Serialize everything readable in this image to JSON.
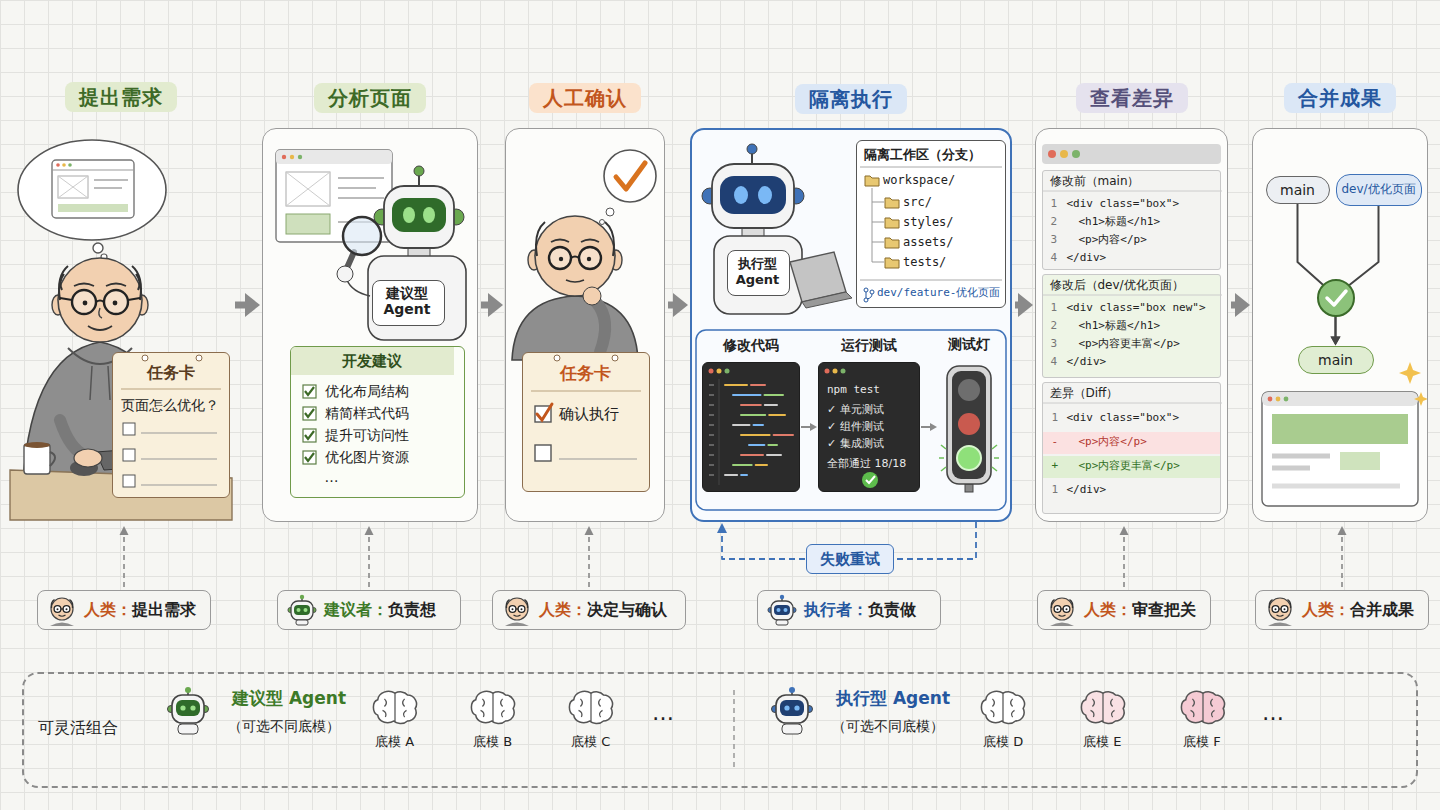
{
  "diagram": {
    "nodes": [
      {
        "text": [
          "提出需求"
        ]
      },
      {
        "text": [
          "任务卡",
          "页面怎么优化？"
        ],
        "in": 0
      },
      {
        "text": [
          "分析页面"
        ]
      },
      {
        "text": [
          "建议型 Agent"
        ],
        "in": 2
      },
      {
        "text": [
          "开发建议",
          "优化布局结构",
          "精简样式代码",
          "提升可访问性",
          "优化图片资源",
          "…"
        ],
        "in": 2
      },
      {
        "text": [
          "人工确认"
        ]
      },
      {
        "text": [
          "任务卡",
          "确认执行"
        ],
        "in": 5
      },
      {
        "text": [
          "隔离执行"
        ]
      },
      {
        "text": [
          "执行型 Agent"
        ],
        "in": 7
      },
      {
        "text": [
          "隔离工作区（分支）",
          "workspace/",
          "src/",
          "styles/",
          "assets/",
          "tests/",
          "dev/feature-优化页面"
        ],
        "in": 7
      },
      {
        "text": [
          "修改代码"
        ],
        "in": 7
      },
      {
        "text": [
          "运行测试",
          "npm test",
          "✓ 单元测试",
          "✓ 组件测试",
          "✓ 集成测试",
          "全部通过 18/18"
        ],
        "in": 7
      },
      {
        "text": [
          "测试灯"
        ],
        "in": 7
      },
      {
        "text": [
          "查看差异"
        ]
      },
      {
        "text": [
          "修改前（main）",
          "1",
          "<div class=\"box\">",
          "2",
          "<h1>标题</h1>",
          "3",
          "<p>内容</p>",
          "4",
          "</div>"
        ],
        "in": 13
      },
      {
        "text": [
          "修改后（dev/优化页面）",
          "1",
          "<div class=\"box new\">",
          "2",
          "<h1>标题</h1>",
          "3",
          "<p>内容更丰富</p>",
          "4",
          "</div>"
        ],
        "in": 13
      },
      {
        "text": [
          "差异（Diff）",
          "1",
          "<div class=\"box\">",
          "-",
          "<p>内容</p>",
          "+",
          "<p>内容更丰富</p>",
          "1",
          "</div>"
        ],
        "in": 13
      },
      {
        "text": [
          "合并成果"
        ]
      },
      {
        "text": [
          "main"
        ],
        "in": 17
      },
      {
        "text": [
          "dev/优化页面"
        ],
        "in": 17
      },
      {
        "text": [
          "main"
        ],
        "in": 17
      },
      {
        "text": [
          "失败重试"
        ]
      },
      {
        "text": [
          "人类：",
          "提出需求"
        ]
      },
      {
        "text": [
          "建议者：",
          "负责想"
        ]
      },
      {
        "text": [
          "人类：",
          "决定与确认"
        ]
      },
      {
        "text": [
          "执行者：",
          "负责做"
        ]
      },
      {
        "text": [
          "人类：",
          "审查把关"
        ]
      },
      {
        "text": [
          "人类：",
          "合并成果"
        ]
      },
      {
        "text": [
          "可灵活组合",
          "建议型 Agent",
          "（可选不同底模）",
          "底模 A",
          "底模 B",
          "底模 C",
          "…",
          "执行型 Agent",
          "（可选不同底模）",
          "底模 D",
          "底模 E",
          "底模 F",
          "…"
        ]
      }
    ],
    "edges": [
      {
        "from": 0,
        "to": 2,
        "arrow": "to"
      },
      {
        "from": 2,
        "to": 5,
        "arrow": "to"
      },
      {
        "from": 5,
        "to": 7,
        "arrow": "to"
      },
      {
        "from": 7,
        "to": 13,
        "arrow": "to"
      },
      {
        "from": 13,
        "to": 17,
        "arrow": "to"
      },
      {
        "from": 7,
        "to": 21,
        "arrow": "none"
      },
      {
        "from": 21,
        "to": 7,
        "arrow": "to"
      },
      {
        "from": 10,
        "to": 11,
        "arrow": "to"
      },
      {
        "from": 11,
        "to": 12,
        "arrow": "to"
      },
      {
        "from": 18,
        "to": 20,
        "arrow": "to"
      },
      {
        "from": 19,
        "to": 20,
        "arrow": "to"
      },
      {
        "from": 22,
        "to": 0,
        "arrow": "to"
      },
      {
        "from": 23,
        "to": 2,
        "arrow": "to"
      },
      {
        "from": 24,
        "to": 5,
        "arrow": "to"
      },
      {
        "from": 26,
        "to": 13,
        "arrow": "to"
      },
      {
        "from": 27,
        "to": 17,
        "arrow": "to"
      }
    ]
  }
}
